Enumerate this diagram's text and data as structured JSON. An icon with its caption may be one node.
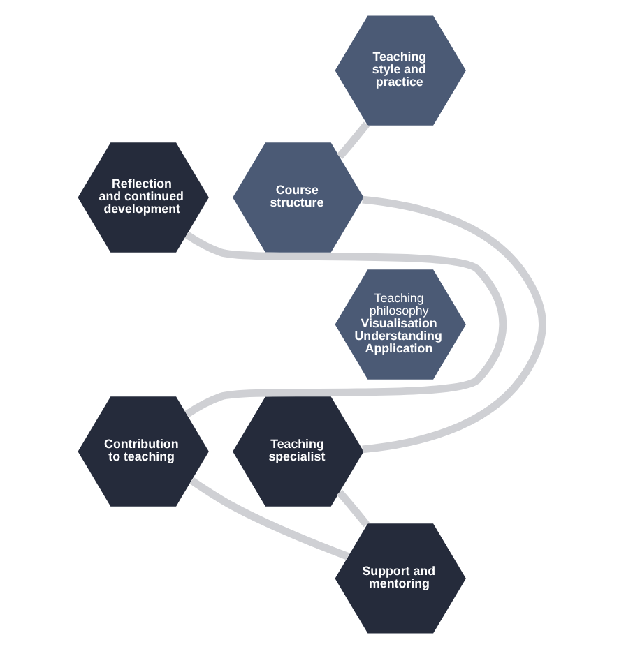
{
  "diagram": {
    "nodes": [
      {
        "text": [
          "Teaching style and practice"
        ]
      },
      {
        "text": [
          "Reflection and continued development"
        ]
      },
      {
        "text": [
          "Course structure"
        ]
      },
      {
        "text": [
          "Teaching philosophy",
          "Visualisation Understanding Application"
        ]
      },
      {
        "text": [
          "Contribution to teaching"
        ]
      },
      {
        "text": [
          "Teaching specialist"
        ]
      },
      {
        "text": [
          "Support and mentoring"
        ]
      }
    ],
    "edges": [
      {
        "from": 0,
        "to": 2,
        "arrow": "none"
      },
      {
        "from": 2,
        "to": 5,
        "arrow": "none"
      },
      {
        "from": 5,
        "to": 6,
        "arrow": "none"
      },
      {
        "from": 6,
        "to": 4,
        "arrow": "none"
      },
      {
        "from": 4,
        "to": 1,
        "arrow": "none"
      }
    ]
  }
}
